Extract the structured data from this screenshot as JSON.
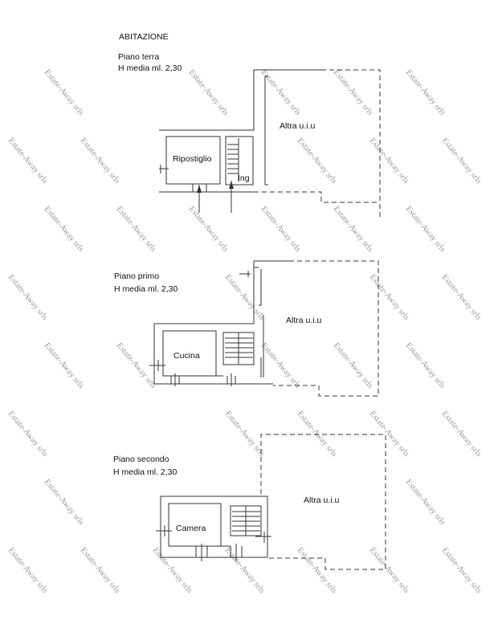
{
  "title": "ABITAZIONE",
  "watermark": "Estate-Away srls",
  "floors": [
    {
      "name": "Piano terra",
      "height": "H media ml. 2,30",
      "rooms": [
        "Ripostiglio",
        "Ing"
      ],
      "other": "Altra u.i.u"
    },
    {
      "name": "Piano primo",
      "height": "H media ml. 2,30",
      "rooms": [
        "Cucina"
      ],
      "other": "Altra u.i.u"
    },
    {
      "name": "Piano secondo",
      "height": "H media ml. 2,30",
      "rooms": [
        "Camera"
      ],
      "other": "Altra u.i.u"
    }
  ]
}
